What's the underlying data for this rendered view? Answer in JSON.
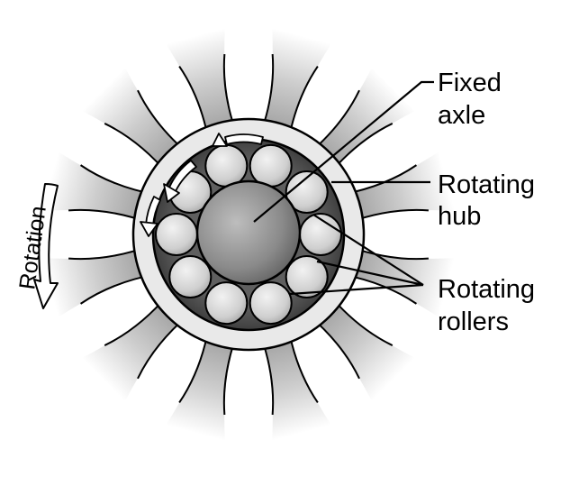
{
  "labels": {
    "fixed_axle_line1": "Fixed",
    "fixed_axle_line2": "axle",
    "hub_line1": "Rotating",
    "hub_line2": "hub",
    "rollers_line1": "Rotating",
    "rollers_line2": "rollers",
    "rotation": "Rotation"
  },
  "counts": {
    "spokes": 12,
    "rollers": 10
  },
  "colors": {
    "spoke_dark": "#9a9a9a",
    "spoke_light": "#ffffff",
    "hub_ring": "#e8e8e8",
    "race": "#5a5a5a",
    "axle": "#8a8a8a",
    "roller": "#d4d4d4"
  }
}
